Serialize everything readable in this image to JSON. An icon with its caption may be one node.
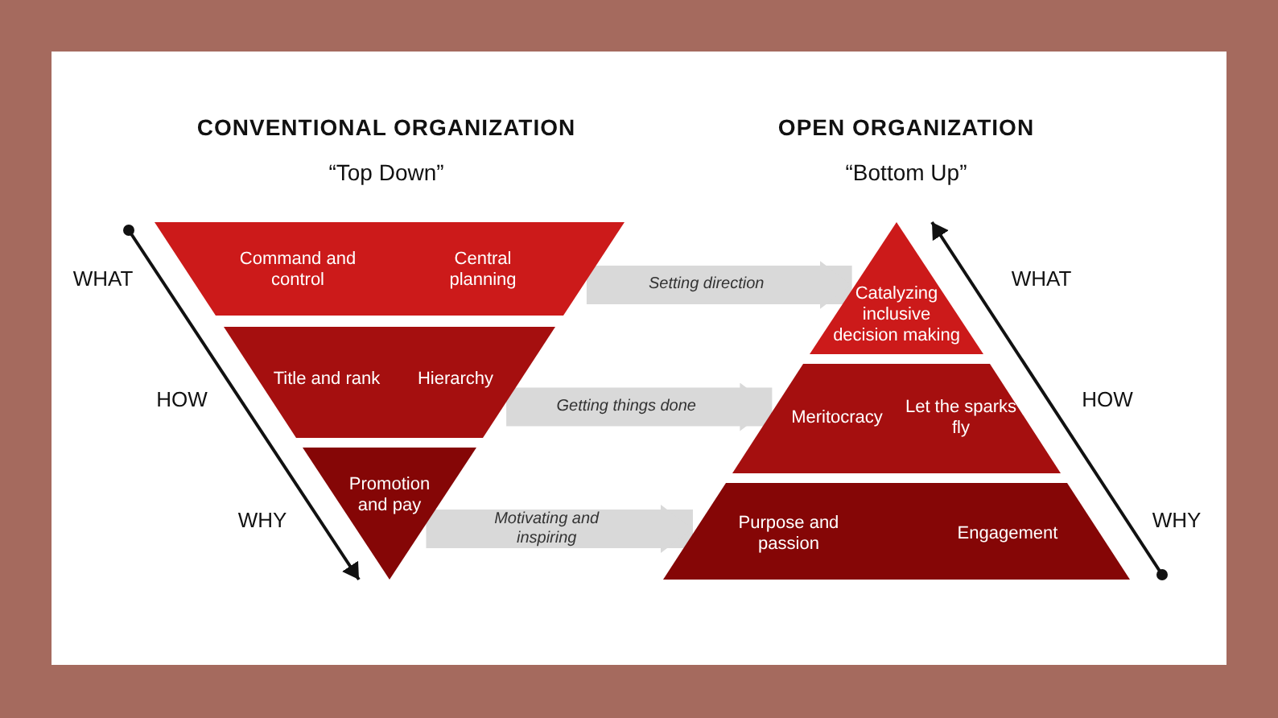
{
  "diagram": {
    "nodes": [
      {
        "text": [
          "Command and control",
          "Central planning"
        ]
      },
      {
        "text": [
          "Title and rank",
          "Hierarchy"
        ]
      },
      {
        "text": [
          "Promotion and pay"
        ]
      },
      {
        "text": [
          "Catalyzing inclusive decision making"
        ]
      },
      {
        "text": [
          "Meritocracy",
          "Let the sparks fly"
        ]
      },
      {
        "text": [
          "Purpose and passion",
          "Engagement"
        ]
      }
    ],
    "edges": [
      {
        "from": 0,
        "to": 3,
        "arrow": "to",
        "label": "Setting direction"
      },
      {
        "from": 1,
        "to": 4,
        "arrow": "to",
        "label": "Getting things done"
      },
      {
        "from": 2,
        "to": 5,
        "arrow": "to",
        "label": "Motivating and inspiring"
      }
    ],
    "labels": [
      "CONVENTIONAL ORGANIZATION",
      "“Top Down”",
      "OPEN ORGANIZATION",
      "“Bottom Up”",
      "WHAT",
      "HOW",
      "WHY",
      "WHAT",
      "HOW",
      "WHY"
    ]
  }
}
